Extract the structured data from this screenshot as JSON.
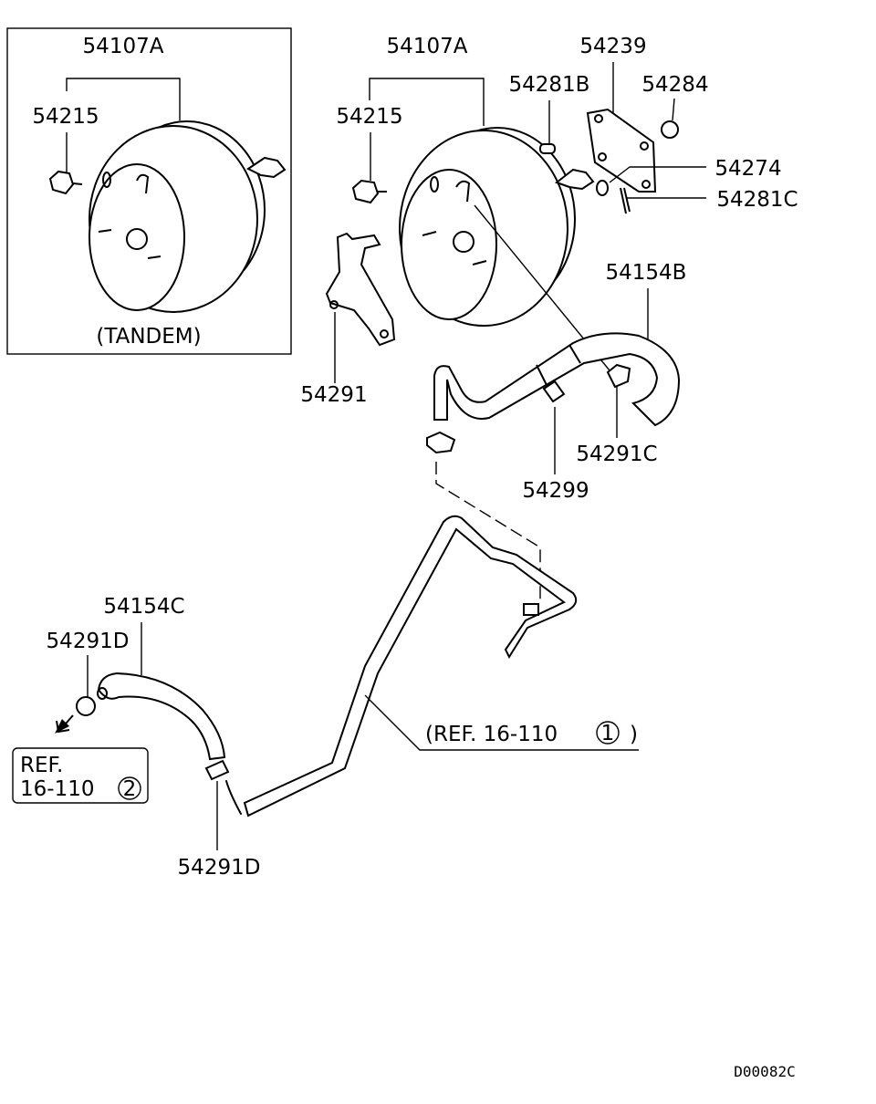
{
  "tandem_box": {
    "assembly_label": "54107A",
    "nut_label": "54215",
    "caption": "(TANDEM)"
  },
  "main": {
    "assembly_label": "54107A",
    "nut_label": "54215",
    "pin_label": "54281B",
    "gasket_label": "54239",
    "nut_small_label": "54284",
    "washer_label": "54274",
    "cotter_pin_label": "54281C",
    "bracket_label": "54291",
    "hose_upper_label": "54154B",
    "clip_upper_label": "54291C",
    "clamp_label": "54299"
  },
  "lower": {
    "hose_lower_label": "54154C",
    "clip_left_label": "54291D",
    "clip_bottom_label": "54291D",
    "ref_pipe": "(REF. 16-110",
    "ref_pipe_circle": "1",
    "ref_pipe_close": ")",
    "ref_box_line1": "REF.",
    "ref_box_line2": "16-110",
    "ref_box_circle": "2"
  },
  "diagram_code": "D00082C"
}
